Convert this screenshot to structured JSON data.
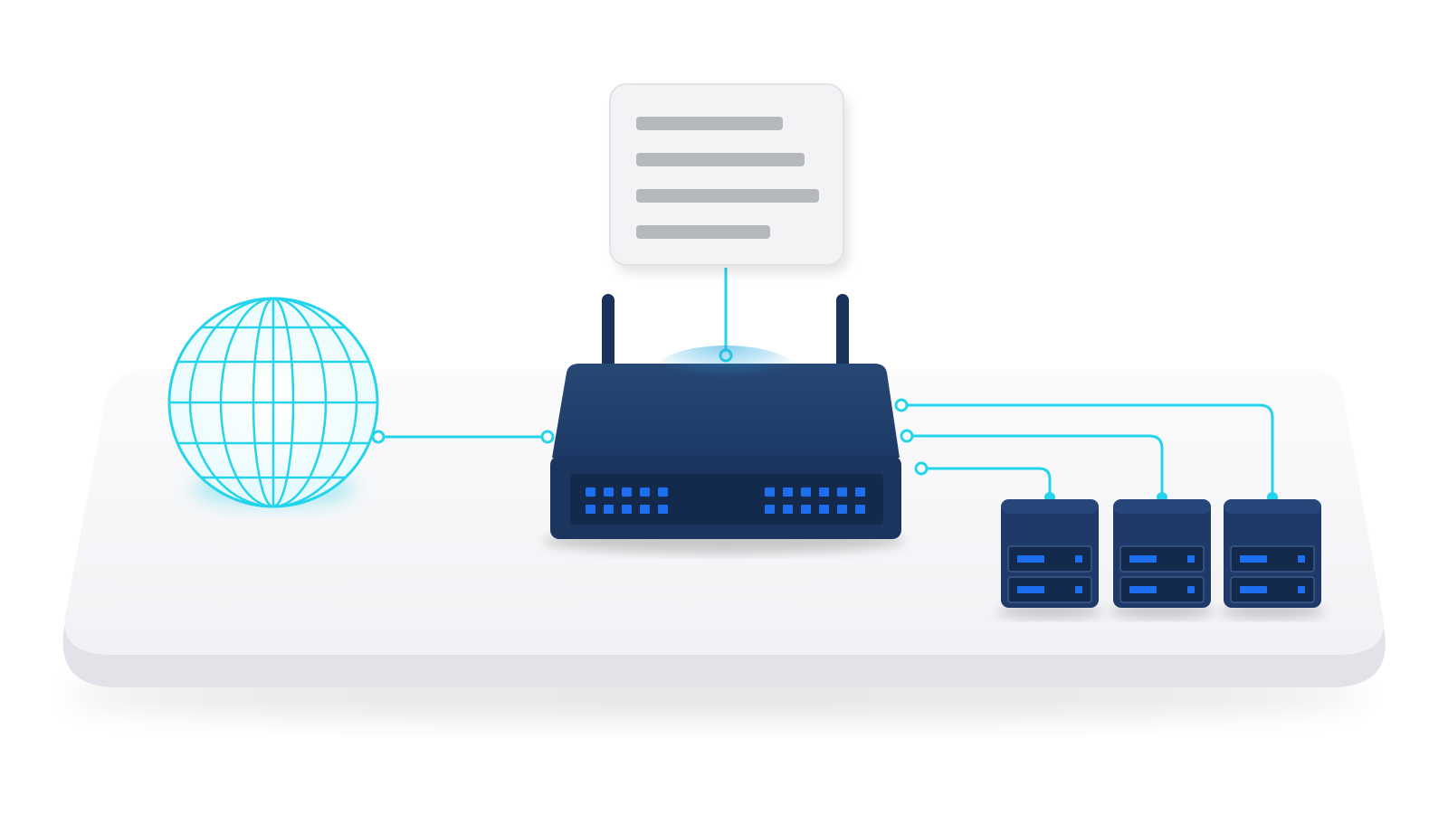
{
  "diagram": {
    "nodes": [
      {
        "id": "internet",
        "kind": "globe",
        "icon": "globe-icon"
      },
      {
        "id": "router",
        "kind": "wifi-router",
        "icon": "router-icon",
        "antennas": 2,
        "port_groups": 2
      },
      {
        "id": "config-panel",
        "kind": "text-card",
        "icon": "document-card-icon",
        "lines": 4
      },
      {
        "id": "server-1",
        "kind": "server",
        "icon": "server-icon",
        "drive_bays": 2
      },
      {
        "id": "server-2",
        "kind": "server",
        "icon": "server-icon",
        "drive_bays": 2
      },
      {
        "id": "server-3",
        "kind": "server",
        "icon": "server-icon",
        "drive_bays": 2
      }
    ],
    "edges": [
      {
        "from": "internet",
        "to": "router"
      },
      {
        "from": "router",
        "to": "config-panel"
      },
      {
        "from": "router",
        "to": "server-1"
      },
      {
        "from": "router",
        "to": "server-2"
      },
      {
        "from": "router",
        "to": "server-3"
      }
    ]
  },
  "colors": {
    "background": "#ffffff",
    "platform": "#f7f7f9",
    "platform_edge": "#e3e5ea",
    "device_navy": "#1e3a68",
    "device_dark": "#142a4d",
    "led_blue": "#1e6ff0",
    "link_cyan": "#25d4ea",
    "card_bg": "#f3f3f5",
    "card_lines": "#b5b8bd"
  }
}
